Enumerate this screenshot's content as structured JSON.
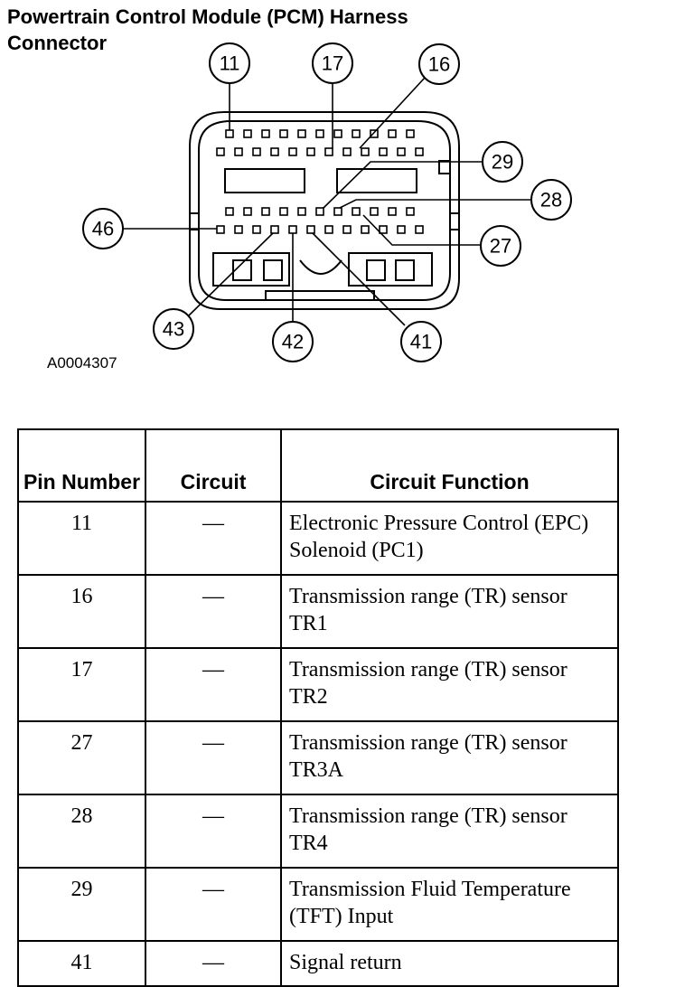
{
  "title_line1": "Powertrain Control Module (PCM) Harness",
  "title_line2": "Connector",
  "figure_id": "A0004307",
  "callouts": [
    "11",
    "17",
    "16",
    "29",
    "28",
    "27",
    "46",
    "43",
    "42",
    "41"
  ],
  "table": {
    "headers": {
      "pin": "Pin Number",
      "circuit": "Circuit",
      "function": "Circuit Function"
    },
    "rows": [
      {
        "pin": "11",
        "circuit": "—",
        "function": "Electronic Pressure Control (EPC) Solenoid (PC1)"
      },
      {
        "pin": "16",
        "circuit": "—",
        "function": "Transmission range (TR) sensor TR1"
      },
      {
        "pin": "17",
        "circuit": "—",
        "function": "Transmission range (TR) sensor TR2"
      },
      {
        "pin": "27",
        "circuit": "—",
        "function": "Transmission range (TR) sensor TR3A"
      },
      {
        "pin": "28",
        "circuit": "—",
        "function": "Transmission range (TR) sensor TR4"
      },
      {
        "pin": "29",
        "circuit": "—",
        "function": "Transmission Fluid Temperature (TFT) Input"
      },
      {
        "pin": "41",
        "circuit": "—",
        "function": "Signal return"
      }
    ]
  }
}
